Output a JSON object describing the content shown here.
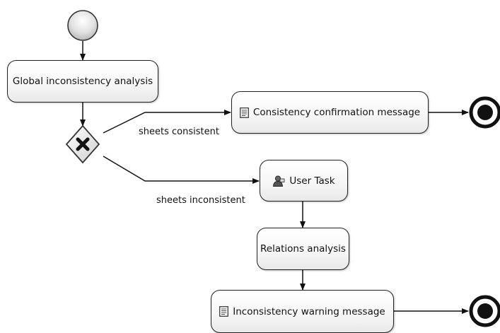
{
  "diagram": {
    "tasks": {
      "global_analysis": "Global inconsistency analysis",
      "confirmation_message": "Consistency confirmation message",
      "user_task": "User Task",
      "relations_analysis": "Relations analysis",
      "warning_message": "Inconsistency warning message"
    },
    "edge_labels": {
      "consistent": "sheets consistent",
      "inconsistent": "sheets inconsistent"
    },
    "icons": {
      "start_event": "start-event-circle",
      "gateway": "exclusive-gateway-x-icon",
      "script_task": "document-icon",
      "user_task": "user-icon",
      "end_event": "end-event-circle"
    }
  }
}
